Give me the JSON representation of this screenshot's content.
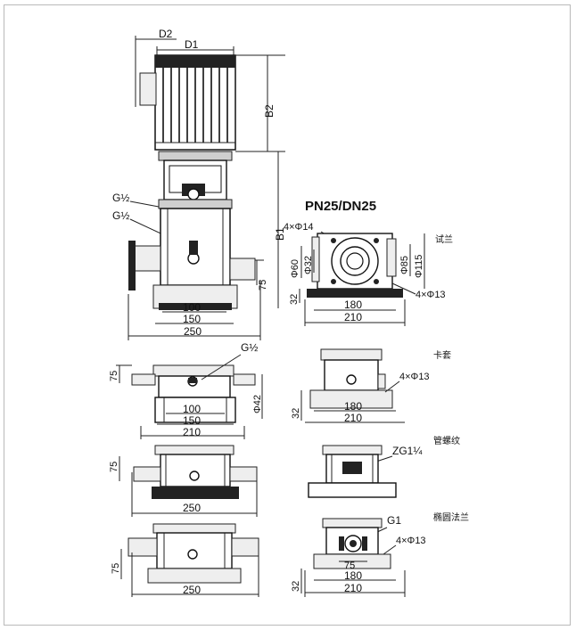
{
  "labels": {
    "d2": "D2",
    "d1": "D1",
    "b2": "B2",
    "b1": "B1",
    "g_half_top": "G½",
    "g_half_mid": "G½",
    "g_half_plan": "G½",
    "pn_title": "PN25/DN25",
    "four_d14": "4×Φ14",
    "phi60": "Φ60",
    "phi32": "Φ32",
    "phi85": "Φ85",
    "phi115": "Φ115",
    "four_phi13_a": "4×Φ13",
    "four_phi13_b": "4×Φ13",
    "four_phi13_c": "4×Φ13",
    "dim32_a": "32",
    "dim32_b": "32",
    "dim32_c": "32",
    "dim75_a": "75",
    "dim75_b": "75",
    "dim75_c": "75",
    "dim75_d": "75",
    "dim75_e": "75",
    "dim100_a": "100",
    "dim100_b": "100",
    "dim150_a": "150",
    "dim150_b": "150",
    "dim250_a": "250",
    "dim250_b": "250",
    "dim250_c": "250",
    "dim210_a": "210",
    "dim210_b": "210",
    "dim210_c": "210",
    "dim210_d": "210",
    "dim180_a": "180",
    "dim180_b": "180",
    "dim180_c": "180",
    "phi42": "Φ42",
    "zg": "ZG1¼",
    "g1": "G1",
    "cn_flange": "试兰",
    "cn_clamp": "卡套",
    "cn_thread": "管螺纹",
    "cn_oval": "椭圆法兰"
  }
}
